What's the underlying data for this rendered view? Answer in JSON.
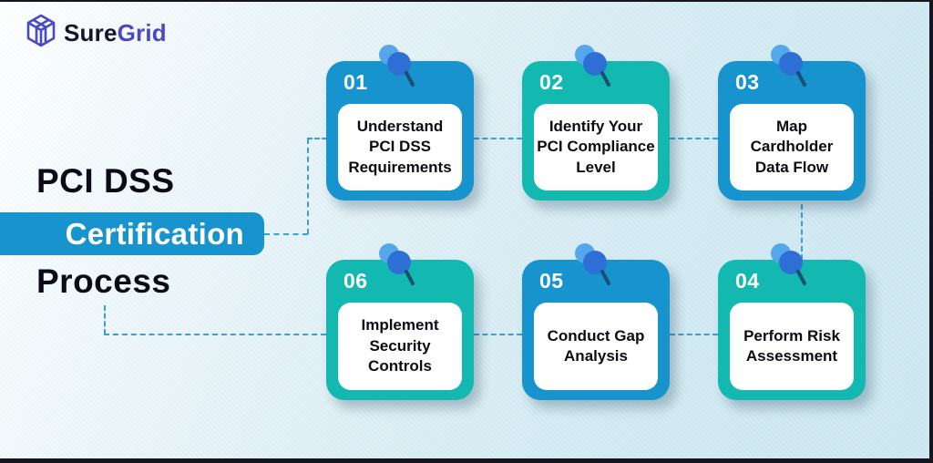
{
  "logo": {
    "icon": "cube-grid-icon",
    "text_primary": "Sure",
    "text_secondary": "Grid"
  },
  "title": {
    "line1": "PCI DSS",
    "line2_highlighted": "Certification",
    "line3": "Process"
  },
  "steps": [
    {
      "number": "01",
      "label": "Understand\nPCI DSS\nRequirements",
      "color_theme": "blue"
    },
    {
      "number": "02",
      "label": "Identify Your\nPCI Compliance\nLevel",
      "color_theme": "teal"
    },
    {
      "number": "03",
      "label": "Map\nCardholder\nData Flow",
      "color_theme": "blue"
    },
    {
      "number": "04",
      "label": "Perform Risk\nAssessment",
      "color_theme": "teal"
    },
    {
      "number": "05",
      "label": "Conduct Gap\nAnalysis",
      "color_theme": "blue"
    },
    {
      "number": "06",
      "label": "Implement\nSecurity\nControls",
      "color_theme": "teal"
    }
  ],
  "colors": {
    "card_blue": "#1793cd",
    "card_teal": "#13b9b0",
    "highlight_box_blue": "#1793cd",
    "connector_dash": "#3a9fd6",
    "logo_indigo": "#4a49c4",
    "pin_highlight_blue": "#55a7ec",
    "pin_head_blue": "#2e6fd6",
    "pin_needle": "#1d4e73",
    "title_text_dark": "#0b0b16"
  }
}
